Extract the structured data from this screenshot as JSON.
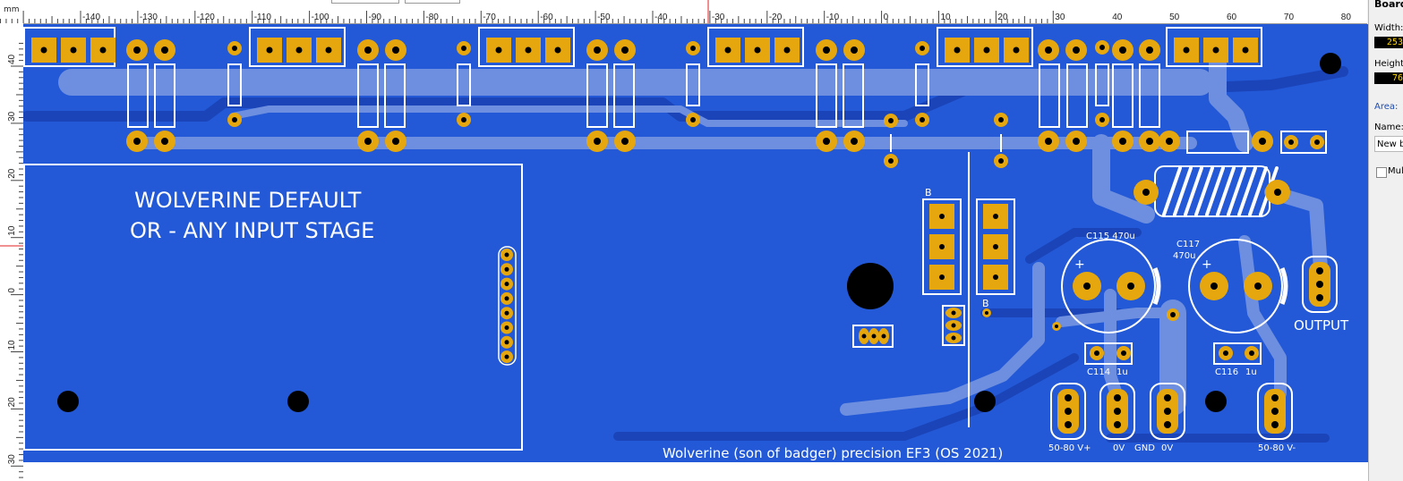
{
  "ruler": {
    "unit": "mm",
    "x_labels": [
      "-140",
      "-130",
      "-120",
      "-110",
      "-100",
      "-90",
      "-80",
      "-70",
      "-60",
      "-50",
      "-40",
      "-30",
      "-20",
      "-10",
      "0",
      "10",
      "20",
      "30",
      "40",
      "50",
      "60",
      "70",
      "80"
    ],
    "y_labels": [
      "40",
      "30",
      "20",
      "10",
      "0",
      "10",
      "20",
      "30"
    ]
  },
  "board": {
    "main_title_line1": "WOLVERINE DEFAULT",
    "main_title_line2": "OR - ANY INPUT STAGE",
    "footer_text": "Wolverine (son of badger) precision EF3 (OS 2021)",
    "label_b1": "B",
    "label_b2": "B",
    "c115": "C115 470u",
    "c117": "C117",
    "c117_value": "470u",
    "c114": "C114",
    "c114_value": "1u",
    "c116": "C116",
    "c116_value": "1u",
    "output_label": "OUTPUT",
    "plus_sign": "+",
    "pwr_pos_label": "50-80 V+",
    "zero_v_label_1": "0V",
    "gnd_label": "GND",
    "zero_v_label_2": "0V",
    "pwr_neg_label": "50-80 V-"
  },
  "side_panel": {
    "header": "Board",
    "width_label": "Width:",
    "width_value": "253.",
    "height_label": "Height",
    "height_value": "76.",
    "area_label": "Area:",
    "name_label": "Name:",
    "name_value": "New b",
    "multi_label": "Mul"
  },
  "colors": {
    "board": "#2359d6",
    "pad": "#e5a70d",
    "silkscreen": "#ffffff",
    "trace": "#6e8fdf",
    "dark_trace": "#1a44b8"
  }
}
